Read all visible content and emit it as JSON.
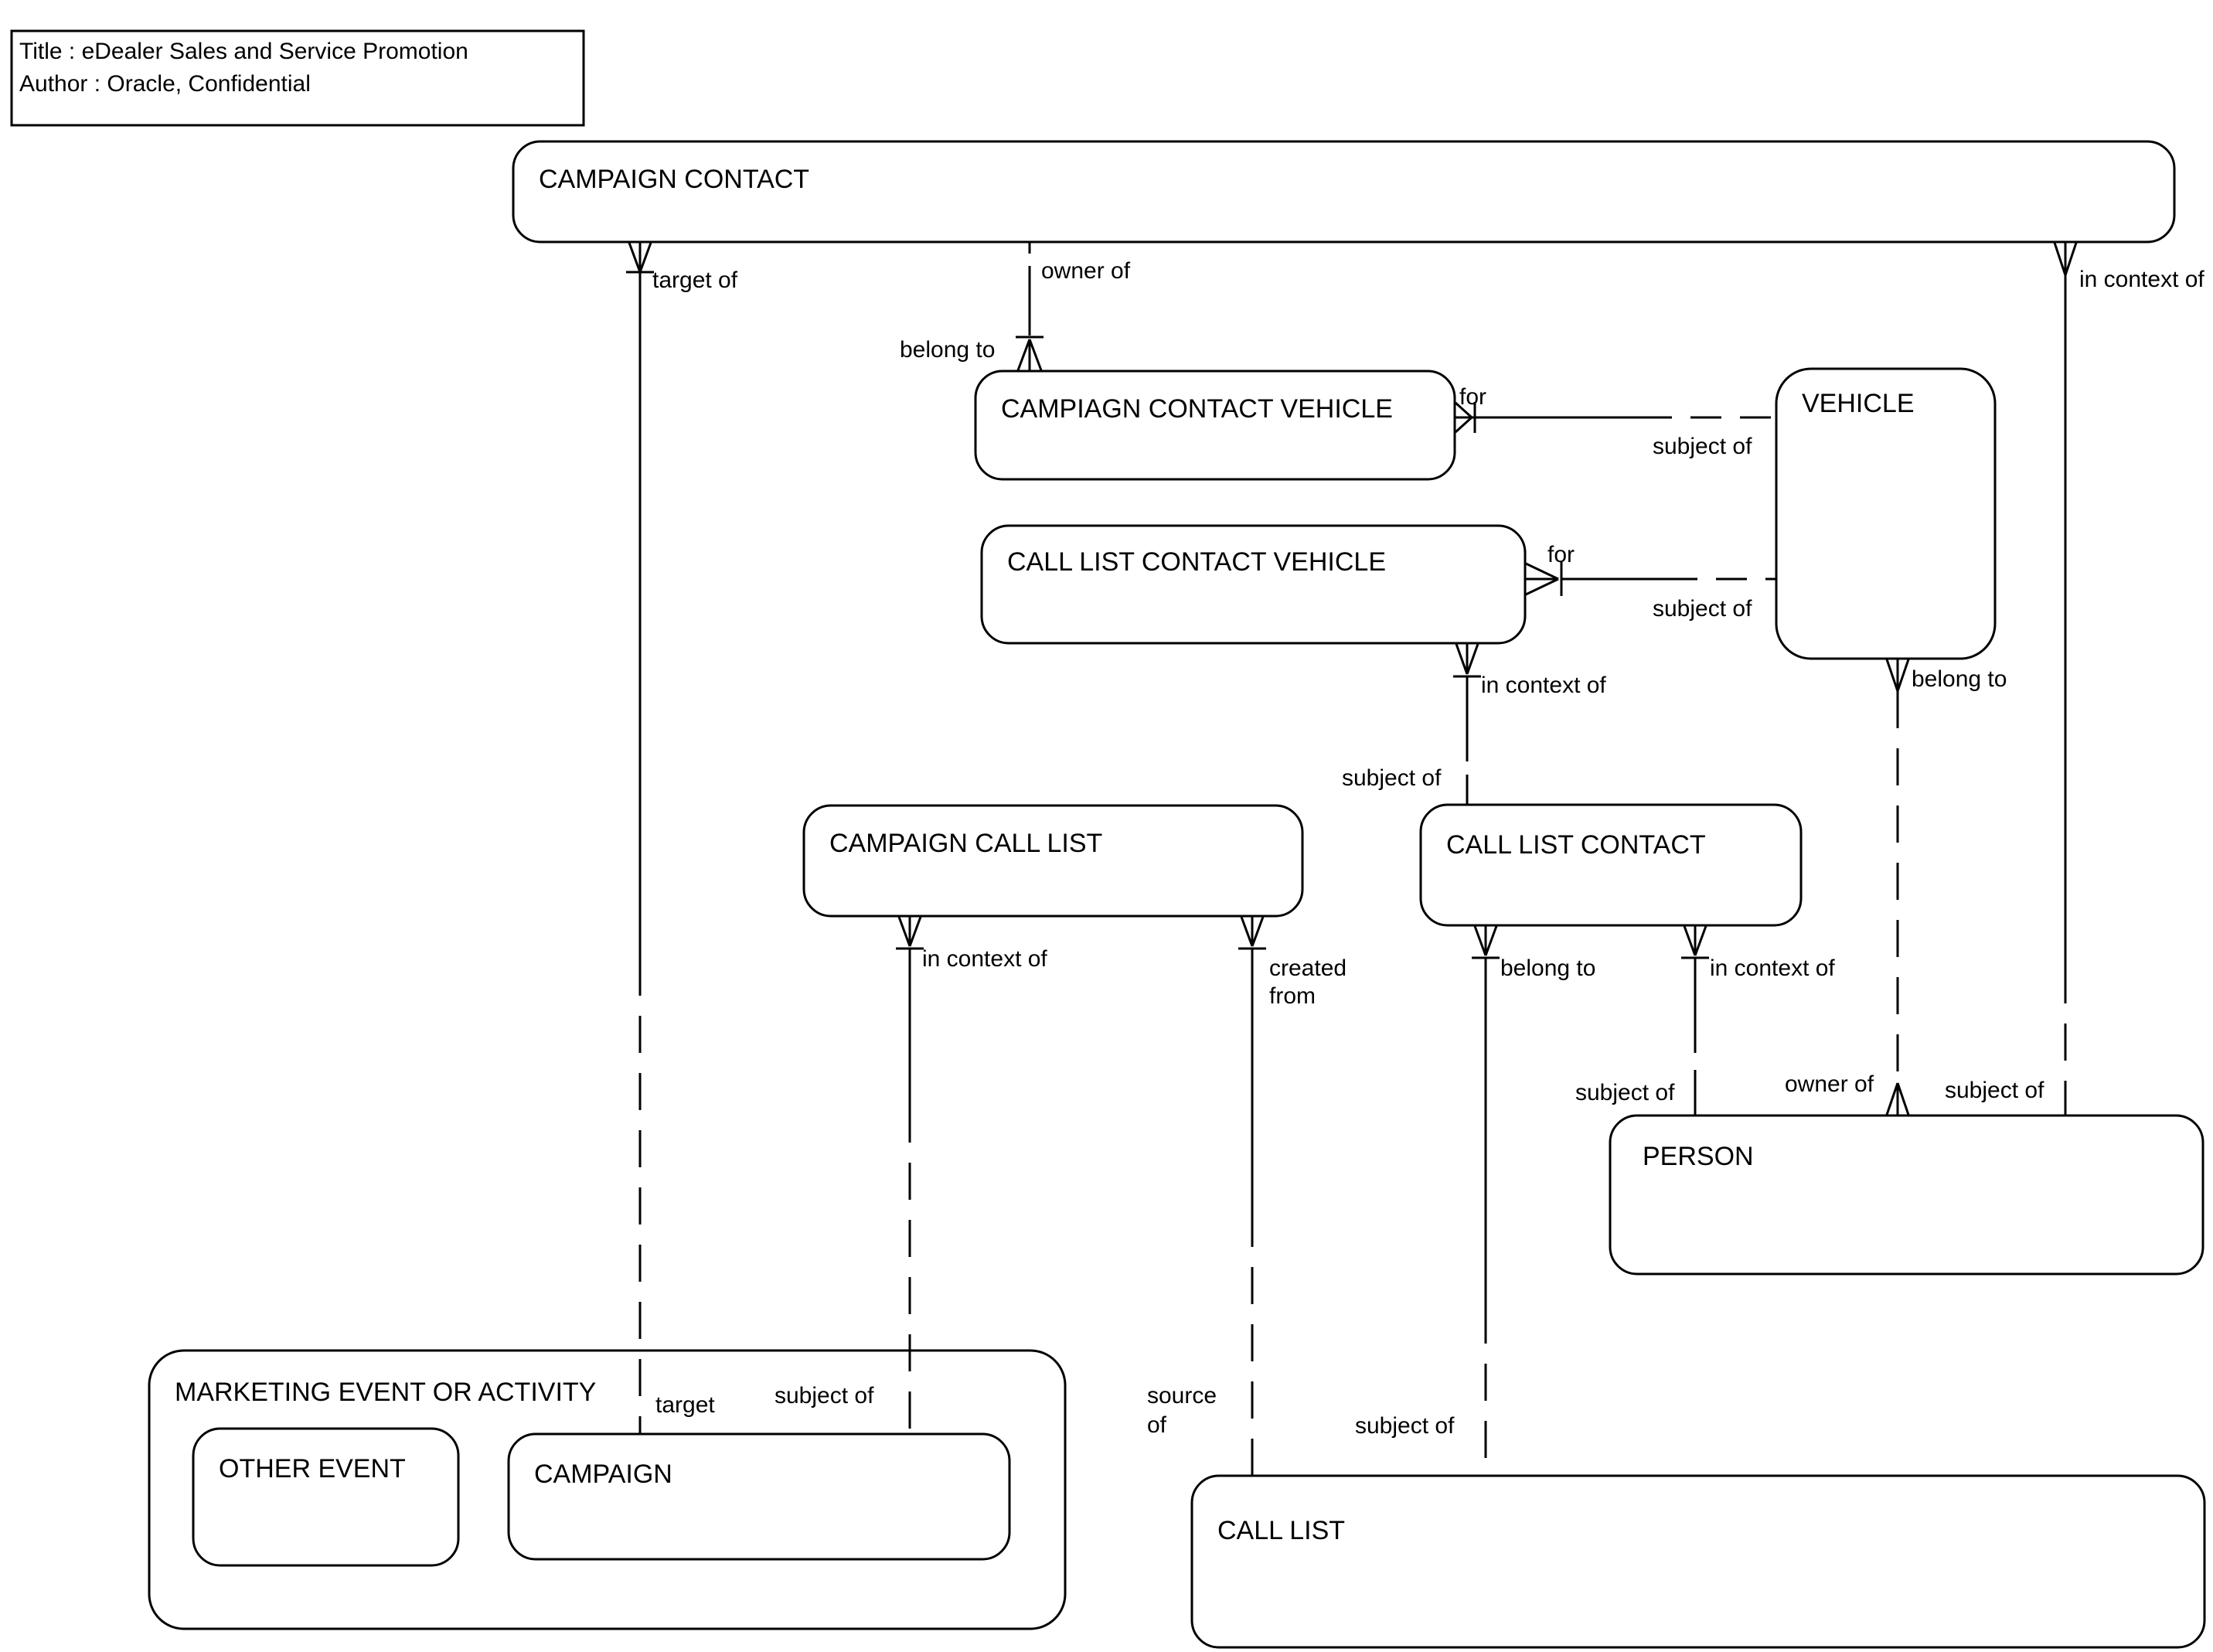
{
  "diagram": {
    "background_color": "#ffffff",
    "line_color": "#000000",
    "notation": "crows-foot entity relationship diagram"
  },
  "title_block": {
    "line1": "Title : eDealer Sales and Service Promotion",
    "line2": "Author : Oracle, Confidential"
  },
  "entities": [
    {
      "name": "CAMPAIGN CONTACT"
    },
    {
      "name": "CAMPIAGN CONTACT VEHICLE"
    },
    {
      "name": "VEHICLE"
    },
    {
      "name": "CALL LIST CONTACT VEHICLE"
    },
    {
      "name": "CAMPAIGN CALL LIST"
    },
    {
      "name": "CALL LIST CONTACT"
    },
    {
      "name": "PERSON"
    },
    {
      "name": "MARKETING EVENT OR ACTIVITY"
    },
    {
      "name": "OTHER EVENT"
    },
    {
      "name": "CAMPAIGN"
    },
    {
      "name": "CALL LIST"
    }
  ],
  "relationships": [
    {
      "from": "CAMPAIGN CONTACT",
      "to": "CAMPAIGN",
      "from_label": "target of",
      "to_label": "target",
      "many_at": "CAMPAIGN CONTACT"
    },
    {
      "from": "CAMPAIGN CONTACT",
      "to": "CAMPIAGN CONTACT VEHICLE",
      "from_label": "owner of",
      "to_label": "belong to",
      "many_at": "CAMPIAGN CONTACT VEHICLE"
    },
    {
      "from": "CAMPIAGN CONTACT VEHICLE",
      "to": "VEHICLE",
      "from_label": "for",
      "to_label": "subject of",
      "many_at": "CAMPIAGN CONTACT VEHICLE"
    },
    {
      "from": "CALL LIST CONTACT VEHICLE",
      "to": "VEHICLE",
      "from_label": "for",
      "to_label": "subject of",
      "many_at": "CALL LIST CONTACT VEHICLE"
    },
    {
      "from": "CALL LIST CONTACT VEHICLE",
      "to": "CALL LIST CONTACT",
      "from_label": "in context of",
      "to_label": "subject of",
      "many_at": "CALL LIST CONTACT VEHICLE"
    },
    {
      "from": "CAMPAIGN CALL LIST",
      "to": "CAMPAIGN",
      "from_label": "in context of",
      "to_label": "subject of",
      "many_at": "CAMPAIGN CALL LIST"
    },
    {
      "from": "CAMPAIGN CALL LIST",
      "to": "CALL LIST",
      "from_label": "created from",
      "to_label": "source of",
      "from_label_lines": [
        "created",
        "from"
      ],
      "to_label_lines": [
        "source",
        "of"
      ],
      "many_at": "CAMPAIGN CALL LIST"
    },
    {
      "from": "CALL LIST CONTACT",
      "to": "CALL LIST",
      "from_label": "belong to",
      "to_label": "subject of",
      "many_at": "CALL LIST CONTACT"
    },
    {
      "from": "CALL LIST CONTACT",
      "to": "PERSON",
      "from_label": "in context of",
      "to_label": "subject of",
      "many_at": "CALL LIST CONTACT"
    },
    {
      "from": "VEHICLE",
      "to": "PERSON",
      "from_label": "belong to",
      "to_label": "owner of",
      "many_at": "VEHICLE and PERSON"
    },
    {
      "from": "CAMPAIGN CONTACT",
      "to": "PERSON",
      "from_label": "in context of",
      "to_label": "subject of",
      "many_at": "CAMPAIGN CONTACT"
    }
  ]
}
